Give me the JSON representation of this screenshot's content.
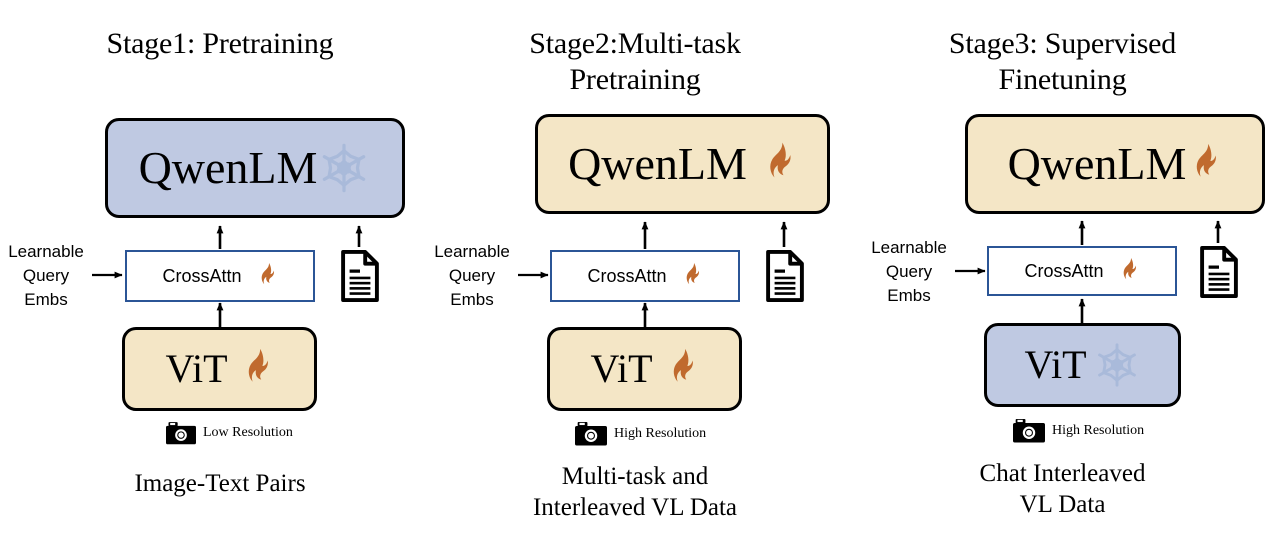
{
  "figure": {
    "background_color": "#ffffff",
    "palette": {
      "frozen_fill": "#bfc9e2",
      "trainable_fill": "#f4e6c6",
      "crossattn_border": "#2b5596",
      "flame_color": "#c06a2e",
      "snowflake_color": "#a9bada",
      "outline": "#000000"
    }
  },
  "stages": [
    {
      "id": "stage-1",
      "title": "Stage1: Pretraining",
      "lm": {
        "label": "QwenLM",
        "state": "frozen",
        "state_icon": "snowflake-icon"
      },
      "cross_attn": {
        "label": "CrossAttn",
        "state": "trainable",
        "state_icon": "flame-icon"
      },
      "vit": {
        "label": "ViT",
        "state": "trainable",
        "state_icon": "flame-icon"
      },
      "query": {
        "label": "Learnable\nQuery\nEmbs"
      },
      "text_input": {
        "icon": "document-icon"
      },
      "resolution": {
        "icon": "camera-icon",
        "label": "Low Resolution"
      },
      "caption": "Image-Text Pairs"
    },
    {
      "id": "stage-2",
      "title": "Stage2:Multi-task\nPretraining",
      "lm": {
        "label": "QwenLM",
        "state": "trainable",
        "state_icon": "flame-icon"
      },
      "cross_attn": {
        "label": "CrossAttn",
        "state": "trainable",
        "state_icon": "flame-icon"
      },
      "vit": {
        "label": "ViT",
        "state": "trainable",
        "state_icon": "flame-icon"
      },
      "query": {
        "label": "Learnable\nQuery\nEmbs"
      },
      "text_input": {
        "icon": "document-icon"
      },
      "resolution": {
        "icon": "camera-icon",
        "label": "High Resolution"
      },
      "caption": "Multi-task and\nInterleaved VL Data"
    },
    {
      "id": "stage-3",
      "title": "Stage3: Supervised\nFinetuning",
      "lm": {
        "label": "QwenLM",
        "state": "trainable",
        "state_icon": "flame-icon"
      },
      "cross_attn": {
        "label": "CrossAttn",
        "state": "trainable",
        "state_icon": "flame-icon"
      },
      "vit": {
        "label": "ViT",
        "state": "frozen",
        "state_icon": "snowflake-icon"
      },
      "query": {
        "label": "Learnable\nQuery\nEmbs"
      },
      "text_input": {
        "icon": "document-icon"
      },
      "resolution": {
        "icon": "camera-icon",
        "label": "High Resolution"
      },
      "caption": "Chat Interleaved\nVL Data"
    }
  ]
}
